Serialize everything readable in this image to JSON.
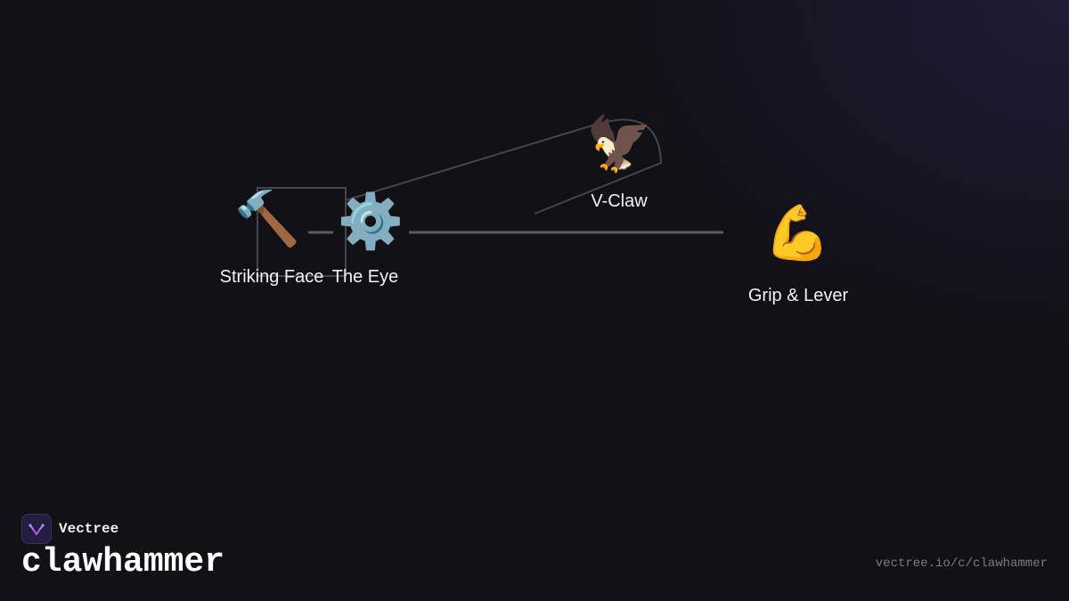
{
  "nodes": [
    {
      "id": "striking-face",
      "icon": "🔨",
      "icon_name": "hammer-icon",
      "label": "Striking Face"
    },
    {
      "id": "the-eye",
      "icon": "⚙️",
      "icon_name": "gear-icon",
      "label": "The Eye"
    },
    {
      "id": "v-claw",
      "icon": "🦅",
      "icon_name": "eagle-icon",
      "label": "V-Claw"
    },
    {
      "id": "grip-lever",
      "icon": "💪",
      "icon_name": "flexed-biceps-icon",
      "label": "Grip & Lever"
    }
  ],
  "connections": [
    {
      "from": "striking-face",
      "to": "the-eye"
    },
    {
      "from": "the-eye",
      "to": "grip-lever"
    }
  ],
  "colors": {
    "background": "#111116",
    "line": "#5a5a60",
    "outline": "#45454b",
    "label": "#f2f2f4",
    "logo_accent": "#a855f7"
  },
  "branding": {
    "logo_icon": "vectree-logo-icon",
    "name": "Vectree",
    "title": "clawhammer",
    "url": "vectree.io/c/clawhammer"
  }
}
